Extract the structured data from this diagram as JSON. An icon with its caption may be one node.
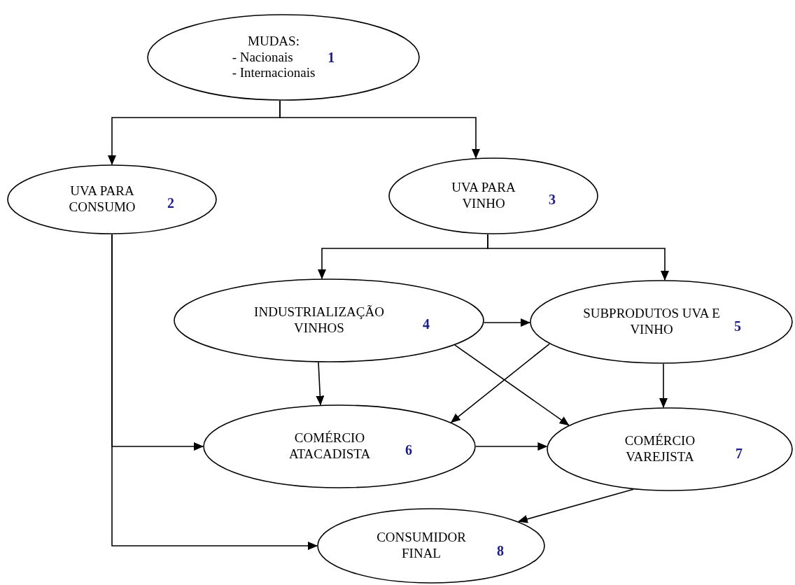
{
  "diagram": {
    "nodes": [
      {
        "text": [
          "MUDAS:",
          "- Nacionais",
          "- Internacionais",
          "1"
        ]
      },
      {
        "text": [
          "UVA PARA CONSUMO",
          "2"
        ]
      },
      {
        "text": [
          "UVA PARA VINHO",
          "3"
        ]
      },
      {
        "text": [
          "INDUSTRIALIZAÇÃO VINHOS",
          "4"
        ]
      },
      {
        "text": [
          "SUBPRODUTOS UVA E VINHO",
          "5"
        ]
      },
      {
        "text": [
          "COMÉRCIO ATACADISTA",
          "6"
        ]
      },
      {
        "text": [
          "COMÉRCIO VAREJISTA",
          "7"
        ]
      },
      {
        "text": [
          "CONSUMIDOR FINAL",
          "8"
        ]
      }
    ],
    "edges": [
      {
        "from": 0,
        "to": 1,
        "arrow": "to"
      },
      {
        "from": 0,
        "to": 2,
        "arrow": "to"
      },
      {
        "from": 2,
        "to": 3,
        "arrow": "to"
      },
      {
        "from": 2,
        "to": 4,
        "arrow": "to"
      },
      {
        "from": 3,
        "to": 4,
        "arrow": "to"
      },
      {
        "from": 3,
        "to": 5,
        "arrow": "to"
      },
      {
        "from": 3,
        "to": 6,
        "arrow": "to"
      },
      {
        "from": 4,
        "to": 5,
        "arrow": "to"
      },
      {
        "from": 4,
        "to": 6,
        "arrow": "to"
      },
      {
        "from": 1,
        "to": 5,
        "arrow": "to"
      },
      {
        "from": 1,
        "to": 7,
        "arrow": "to"
      },
      {
        "from": 5,
        "to": 6,
        "arrow": "to"
      },
      {
        "from": 6,
        "to": 7,
        "arrow": "to"
      }
    ]
  }
}
